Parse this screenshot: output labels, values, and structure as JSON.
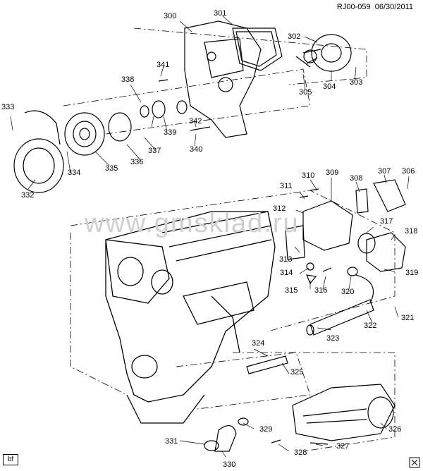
{
  "header": {
    "code": "RJ00-059",
    "date": "06/30/2011"
  },
  "watermark": "www.gmsklad.ru",
  "corner_tag": "bf",
  "callouts": {
    "c300": "300",
    "c301": "301",
    "c302": "302",
    "c303": "303",
    "c304": "304",
    "c305": "305",
    "c306": "306",
    "c307": "307",
    "c308": "308",
    "c309": "309",
    "c310": "310",
    "c311": "311",
    "c312": "312",
    "c313": "313",
    "c314": "314",
    "c315": "315",
    "c316": "316",
    "c317": "317",
    "c318": "318",
    "c319": "319",
    "c320": "320",
    "c321": "321",
    "c322": "322",
    "c323": "323",
    "c324": "324",
    "c325": "325",
    "c326": "326",
    "c327": "327",
    "c328": "328",
    "c329": "329",
    "c330": "330",
    "c331": "331",
    "c332": "332",
    "c333": "333",
    "c334": "334",
    "c335": "335",
    "c336": "336",
    "c337": "337",
    "c338": "338",
    "c339": "339",
    "c340": "340",
    "c341": "341",
    "c342": "342"
  }
}
